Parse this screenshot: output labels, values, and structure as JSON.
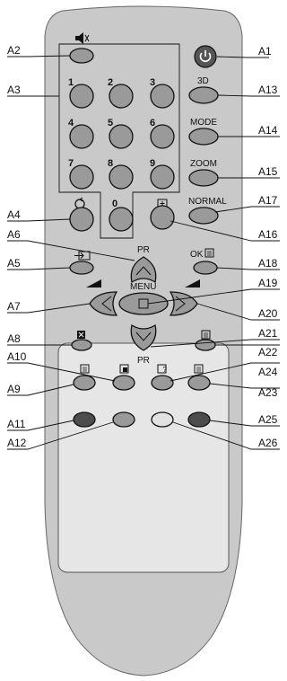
{
  "labels": {
    "a1": "A1",
    "a2": "A2",
    "a3": "A3",
    "a4": "A4",
    "a5": "A5",
    "a6": "A6",
    "a7": "A7",
    "a8": "A8",
    "a9": "A9",
    "a10": "A10",
    "a11": "A11",
    "a12": "A12",
    "a13": "A13",
    "a14": "A14",
    "a15": "A15",
    "a16": "A16",
    "a17": "A17",
    "a18": "A18",
    "a19": "A19",
    "a20": "A20",
    "a21": "A21",
    "a22": "A22",
    "a23": "A23",
    "a24": "A24",
    "a25": "A25",
    "a26": "A26"
  },
  "keys": {
    "n1": "1",
    "n2": "2",
    "n3": "3",
    "n4": "4",
    "n5": "5",
    "n6": "6",
    "n7": "7",
    "n8": "8",
    "n9": "9",
    "n0": "0",
    "three_d": "3D",
    "mode": "MODE",
    "zoom": "ZOOM",
    "normal": "NORMAL",
    "pr_top": "PR",
    "pr_bottom": "PR",
    "menu": "MENU",
    "ok": "OK"
  },
  "colors": {
    "body": "#c9c9c9",
    "panel": "#e6e6e6",
    "button": "#9a9a9a",
    "light_button": "#e2e2e2",
    "dark_button": "#4d4d4d",
    "power": "#555555"
  },
  "icons": [
    "mute-icon",
    "power-icon",
    "recall-icon",
    "input-icon",
    "pip-icon",
    "ok-list-icon",
    "volume-icon",
    "teletext-icon",
    "teletext-mix-icon",
    "teletext-index-icon",
    "teletext-hold-icon",
    "teletext-reveal-icon",
    "teletext-size-icon",
    "menu-square-icon"
  ]
}
